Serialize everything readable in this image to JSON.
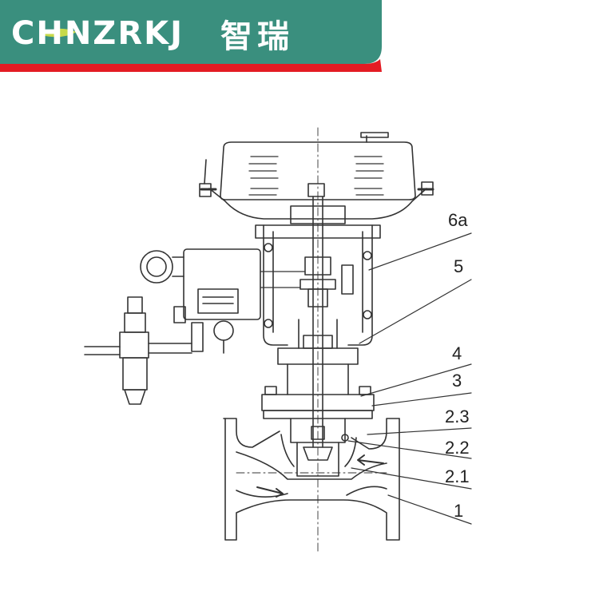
{
  "brand": {
    "name_latin": "CHNZRKJ",
    "name_chinese": "智瑞",
    "colors": {
      "band": "#3a8f7e",
      "accent_stripe": "#e31b23",
      "text": "#ffffff",
      "leaf": "#c7d94a"
    }
  },
  "diagram": {
    "line_color": "#333333",
    "callouts": [
      {
        "label": "6a"
      },
      {
        "label": "5"
      },
      {
        "label": "4"
      },
      {
        "label": "3"
      },
      {
        "label": "2.3"
      },
      {
        "label": "2.2"
      },
      {
        "label": "2.1"
      },
      {
        "label": "1"
      }
    ]
  }
}
